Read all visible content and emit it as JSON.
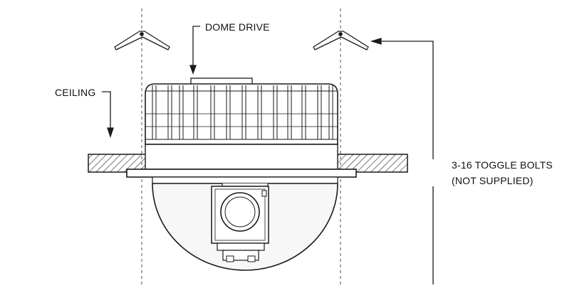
{
  "labels": {
    "dome_drive": "DOME DRIVE",
    "ceiling": "CEILING",
    "toggle_bolts_line1": "3-16 TOGGLE BOLTS",
    "toggle_bolts_line2": "(NOT SUPPLIED)"
  },
  "colors": {
    "line": "#1a1a1a",
    "dashed": "#6b6b6b",
    "background": "#ffffff",
    "dome_fill": "#f7f7f7"
  },
  "icons": {
    "arrow": "arrowhead",
    "toggle_bolt": "toggle-bolt-wings"
  }
}
